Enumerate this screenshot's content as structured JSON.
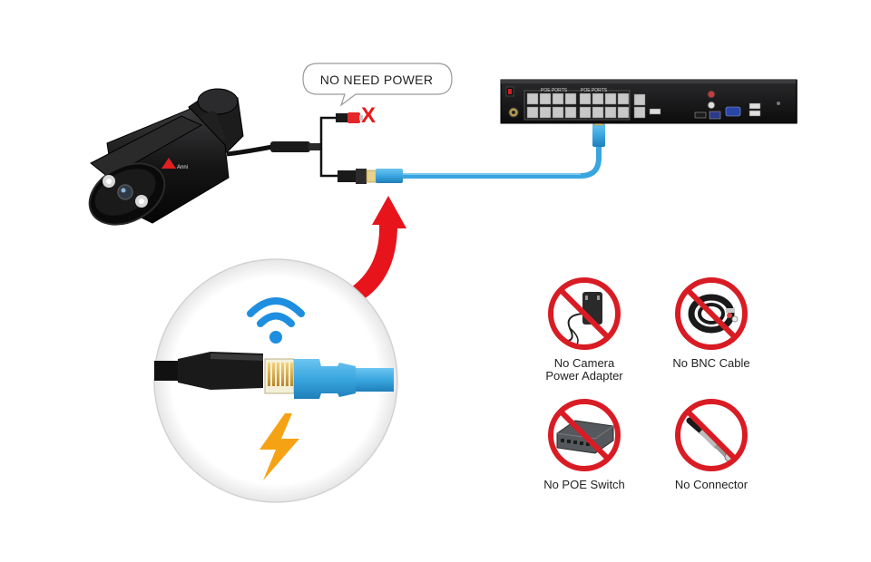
{
  "callout": {
    "text": "NO NEED POWER"
  },
  "warning_mark": "X",
  "nvr_labels": {
    "left_group": "POE PORTS",
    "right_group": "POE PORTS"
  },
  "camera_brand": "Anni",
  "items": [
    {
      "caption": "No Camera\nPower Adapter",
      "icon": "power-adapter-icon"
    },
    {
      "caption": "No BNC Cable",
      "icon": "bnc-cable-icon"
    },
    {
      "caption": "No POE Switch",
      "icon": "poe-switch-icon"
    },
    {
      "caption": "No Connector",
      "icon": "bnc-connector-icon"
    }
  ],
  "colors": {
    "prohibit_red": "#d91c24",
    "cable_blue": "#3aa6e0",
    "arrow_red": "#e8141c",
    "wifi_blue": "#1e8fe0",
    "bolt_orange": "#f5a315"
  }
}
